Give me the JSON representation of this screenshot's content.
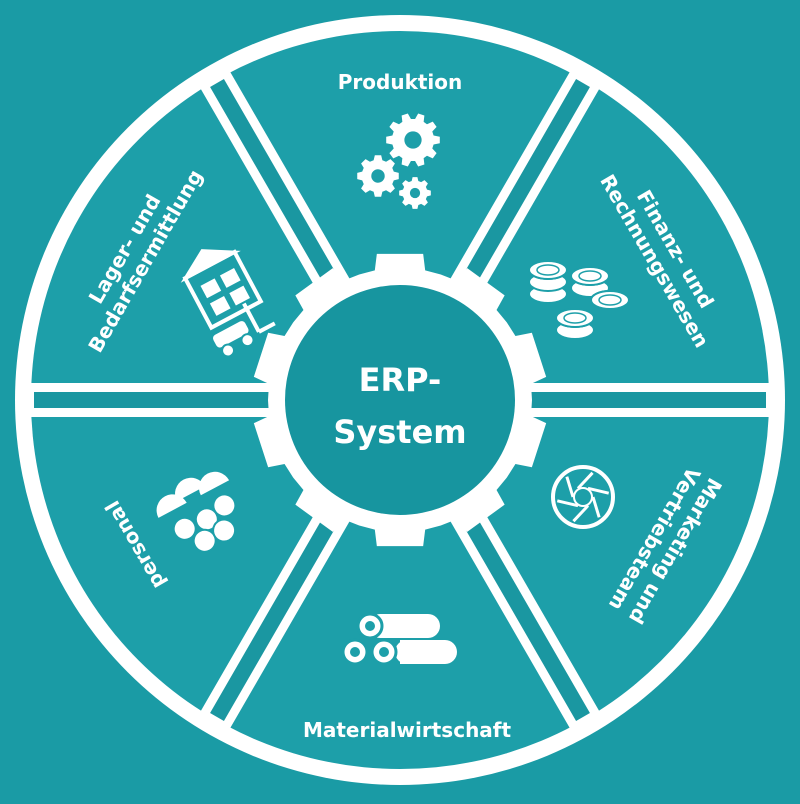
{
  "colors": {
    "background": "#1a9ba5",
    "ring": "#ffffff",
    "segment": "#1d9fa9",
    "segment_dark": "#17939d",
    "hub": "#17959f"
  },
  "center": {
    "line1": "ERP-",
    "line2": "System"
  },
  "segments": [
    {
      "key": "produktion",
      "line1": "Produktion",
      "line2": "",
      "icon": "gears-icon"
    },
    {
      "key": "finanz",
      "line1": "Finanz- und",
      "line2": "Rechnungswesen",
      "icon": "coins-icon"
    },
    {
      "key": "marketing",
      "line1": "Marketing und",
      "line2": "Vertriebsteam",
      "icon": "aperture-icon"
    },
    {
      "key": "material",
      "line1": "Materialwirtschaft",
      "line2": "",
      "icon": "pipes-icon"
    },
    {
      "key": "personal",
      "line1": "personal",
      "line2": "",
      "icon": "people-icon"
    },
    {
      "key": "lager",
      "line1": "Lager- und",
      "line2": "Bedarfsermittlung",
      "icon": "forklift-icon"
    }
  ]
}
